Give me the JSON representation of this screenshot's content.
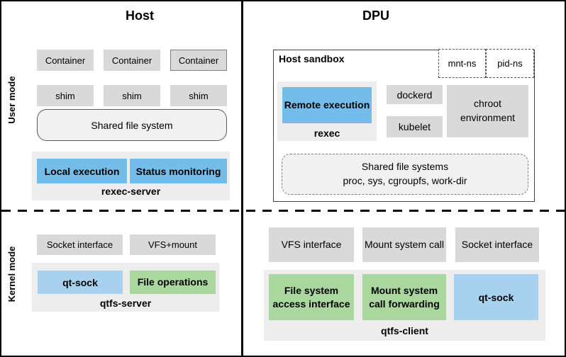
{
  "titles": {
    "host": "Host",
    "dpu": "DPU"
  },
  "mode_labels": {
    "user": "User mode",
    "kernel": "Kernel mode"
  },
  "host": {
    "containers": [
      "Container",
      "Container",
      "Container"
    ],
    "shims": [
      "shim",
      "shim",
      "shim"
    ],
    "shared_fs": "Shared file system",
    "rexec_server": {
      "local_execution": "Local execution",
      "status_monitoring": "Status monitoring",
      "label": "rexec-server"
    },
    "kernel": {
      "socket_interface": "Socket interface",
      "vfs_mount": "VFS+mount",
      "qtfs_server": {
        "qt_sock": "qt-sock",
        "file_operations": "File operations",
        "label": "qtfs-server"
      }
    }
  },
  "dpu": {
    "sandbox": {
      "label": "Host sandbox",
      "mnt_ns": "mnt-ns",
      "pid_ns": "pid-ns",
      "rexec": {
        "remote_execution": "Remote execution",
        "label": "rexec"
      },
      "dockerd": "dockerd",
      "kubelet": "kubelet",
      "chroot": "chroot environment",
      "shared_fs": {
        "line1": "Shared file systems",
        "line2": "proc, sys, cgroupfs, work-dir"
      }
    },
    "kernel": {
      "vfs_interface": "VFS interface",
      "mount_syscall": "Mount system call",
      "socket_interface": "Socket interface",
      "qtfs_client": {
        "fs_access": "File system access interface",
        "mount_forwarding": "Mount system call forwarding",
        "qt_sock": "qt-sock",
        "label": "qtfs-client"
      }
    }
  },
  "colors": {
    "box_gray": "#D9D9D9",
    "panel_gray": "#EDEDED",
    "light_fill": "#F1F1F1",
    "blue_strong": "#74BCEA",
    "blue_light": "#A8D1F0",
    "green": "#A9D79E",
    "border_dark": "#404040",
    "border_dashed": "#7F7F7F"
  }
}
